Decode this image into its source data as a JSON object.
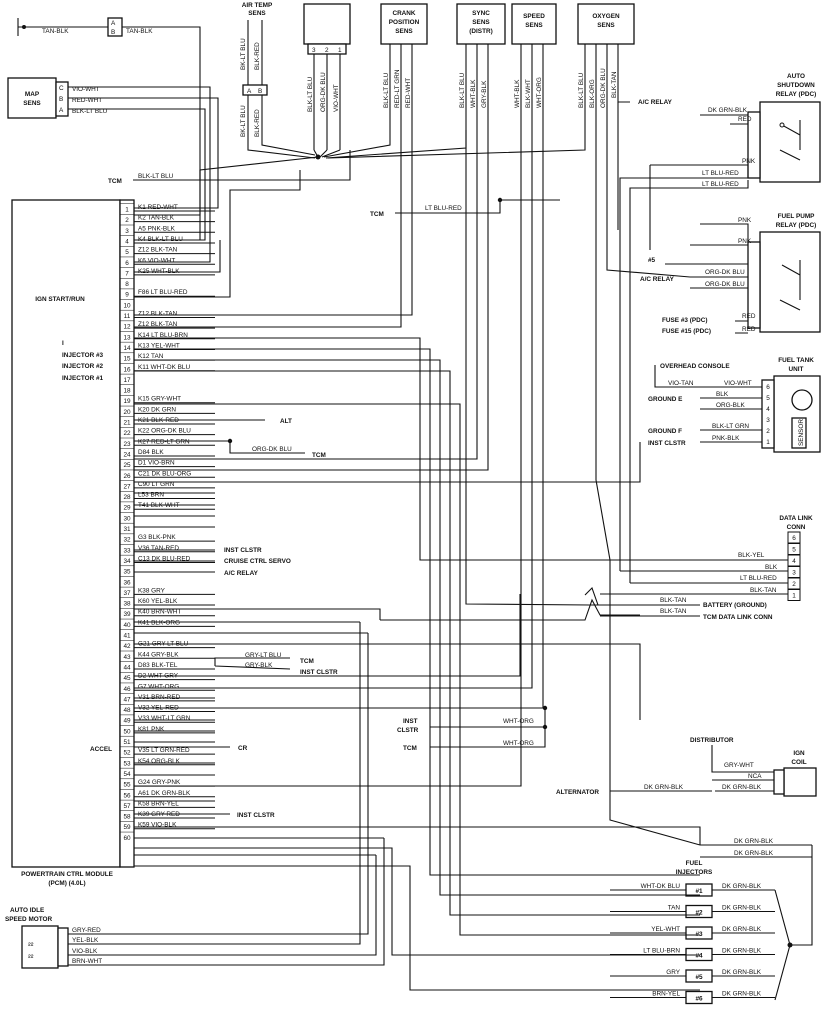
{
  "components": {
    "top_connector": {
      "a": "A",
      "b": "B",
      "left_wire": "TAN-BLK",
      "right_wire": "TAN-BLK"
    },
    "air_temp": {
      "title": [
        "AIR TEMP",
        "SENS"
      ],
      "wires": [
        "BK-LT BLU",
        "BLK-RED"
      ],
      "pins": [
        "A",
        "B"
      ],
      "lower_wires": [
        "BK-LT BLU",
        "BLK-RED"
      ]
    },
    "map": {
      "title": [
        "MAP",
        "SENS"
      ],
      "pins": [
        "C",
        "B",
        "A"
      ],
      "wires": [
        "VIO-WHT",
        "RED-WHT",
        "BLK-LT BLU"
      ]
    },
    "unnamed_sensor": {
      "pins": [
        "3",
        "2",
        "1"
      ],
      "wires": [
        "BLK-LT BLU",
        "ORG-DK BLU",
        "VIO-WHT"
      ]
    },
    "crank": {
      "title": [
        "CRANK",
        "POSITION",
        "SENS"
      ],
      "wires": [
        "BLK-LT BLU",
        "RED-LT GRN",
        "RED-WHT"
      ]
    },
    "sync": {
      "title": [
        "SYNC",
        "SENS",
        "(DISTR)"
      ],
      "wires": [
        "BLK-LT BLU",
        "WHT-BLK",
        "GRY-BLK"
      ]
    },
    "speed": {
      "title": [
        "SPEED",
        "SENS"
      ],
      "wires": [
        "WHT-BLK",
        "BLK-WHT",
        "WHT-ORG"
      ]
    },
    "oxygen": {
      "title": [
        "OXYGEN",
        "SENS"
      ],
      "wires": [
        "BLK-LT BLU",
        "BLK-ORG",
        "ORG-DK BLU",
        "BLK-TAN"
      ]
    },
    "asd_relay": {
      "title": [
        "AUTO",
        "SHUTDOWN",
        "RELAY (PDC)"
      ],
      "ac_relay": "A/C RELAY",
      "wires": [
        "DK GRN-BLK",
        "RED",
        "PNK",
        "LT BLU-RED",
        "LT BLU-RED"
      ]
    },
    "fuel_pump_relay": {
      "title": [
        "FUEL PUMP",
        "RELAY (PDC)"
      ],
      "wires": [
        "PNK",
        "PNK",
        "ORG-DK BLU",
        "ORG-DK BLU",
        "RED",
        "RED"
      ],
      "labels": [
        "#5",
        "A/C RELAY",
        "FUSE #3 (PDC)",
        "FUSE #15 (PDC)"
      ]
    },
    "fuel_tank": {
      "title": [
        "FUEL TANK",
        "UNIT"
      ],
      "labels": [
        "OVERHEAD CONSOLE",
        "GROUND E",
        "GROUND F",
        "INST CLSTR"
      ],
      "wires": [
        "VIO-TAN",
        "VIO-WHT",
        "BLK",
        "ORG-BLK",
        "BLK-LT GRN",
        "PNK-BLK"
      ],
      "pins": [
        "6",
        "5",
        "4",
        "3",
        "2",
        "1"
      ],
      "sensor": "SENSOR"
    },
    "dlc": {
      "title": [
        "DATA LINK",
        "CONN"
      ],
      "pins": [
        "6",
        "5",
        "4",
        "3",
        "2",
        "1"
      ],
      "wires": [
        "BLK-YEL",
        "BLK",
        "LT BLU-RED",
        "BLK-TAN"
      ],
      "battery_wires": [
        "BLK-TAN",
        "BLK-TAN"
      ],
      "battery_labels": [
        "BATTERY (GROUND)",
        "TCM DATA LINK CONN"
      ]
    },
    "distributor": {
      "title": "DISTRIBUTOR",
      "coil_title": [
        "IGN",
        "COIL"
      ],
      "wires": [
        "GRY-WHT",
        "NCA",
        "DK GRN-BLK"
      ]
    },
    "alternator": {
      "title": "ALTERNATOR",
      "wire": "DK GRN-BLK"
    },
    "injectors": {
      "title": [
        "FUEL",
        "INJECTORS"
      ],
      "left": [
        "WHT-DK BLU",
        "TAN",
        "YEL-WHT",
        "LT BLU-BRN",
        "GRY",
        "BRN-YEL"
      ],
      "nums": [
        "#1",
        "#2",
        "#3",
        "#4",
        "#5",
        "#6"
      ],
      "right": [
        "DK GRN-BLK",
        "DK GRN-BLK",
        "DK GRN-BLK",
        "DK GRN-BLK",
        "DK GRN-BLK",
        "DK GRN-BLK"
      ],
      "top_wires": [
        "DK GRN-BLK",
        "DK GRN-BLK"
      ]
    },
    "idle_motor": {
      "title": [
        "AUTO IDLE",
        "SPEED MOTOR"
      ],
      "wires": [
        "GRY-RED",
        "YEL-BLK",
        "VIO-BLK",
        "BRN-WHT"
      ]
    }
  },
  "pcm": {
    "title": [
      "POWERTRAIN CTRL MODULE",
      "(PCM) (4.0L)"
    ],
    "side_labels": {
      "ign": "IGN START/RUN",
      "i": "I",
      "inj3": "INJECTOR #3",
      "inj2": "INJECTOR #2",
      "inj1": "INJECTOR #1",
      "accel": "ACCEL",
      "tcm": "TCM"
    },
    "pins": [
      {
        "n": "1",
        "w": "K1 RED-WHT"
      },
      {
        "n": "2",
        "w": "K2 TAN-BLK"
      },
      {
        "n": "3",
        "w": "A5 PNK-BLK"
      },
      {
        "n": "4",
        "w": "K4 BLK-LT BLU"
      },
      {
        "n": "5",
        "w": "Z12 BLK-TAN"
      },
      {
        "n": "6",
        "w": "K6 VIO-WHT"
      },
      {
        "n": "7",
        "w": "K25 WHT-BLK"
      },
      {
        "n": "8",
        "w": ""
      },
      {
        "n": "9",
        "w": "F86 LT BLU-RED"
      },
      {
        "n": "10",
        "w": ""
      },
      {
        "n": "11",
        "w": "Z12 BLK-TAN"
      },
      {
        "n": "12",
        "w": "Z12 BLK-TAN"
      },
      {
        "n": "13",
        "w": "K14 LT BLU-BRN"
      },
      {
        "n": "14",
        "w": "K13 YEL-WHT"
      },
      {
        "n": "15",
        "w": "K12 TAN"
      },
      {
        "n": "16",
        "w": "K11 WHT-DK BLU"
      },
      {
        "n": "17",
        "w": ""
      },
      {
        "n": "18",
        "w": ""
      },
      {
        "n": "19",
        "w": "K15 GRY-WHT"
      },
      {
        "n": "20",
        "w": "K20 DK GRN"
      },
      {
        "n": "21",
        "w": "K21 BLK-RED"
      },
      {
        "n": "22",
        "w": "K22 ORG-DK BLU"
      },
      {
        "n": "23",
        "w": "K27 RED-LT GRN"
      },
      {
        "n": "24",
        "w": "D84 BLK"
      },
      {
        "n": "25",
        "w": "D1 VIO-BRN"
      },
      {
        "n": "26",
        "w": "C21 DK BLU-ORG"
      },
      {
        "n": "27",
        "w": "C90 LT GRN"
      },
      {
        "n": "28",
        "w": "L53 BRN"
      },
      {
        "n": "29",
        "w": "T41 BLK-WHT"
      },
      {
        "n": "30",
        "w": ""
      },
      {
        "n": "31",
        "w": ""
      },
      {
        "n": "32",
        "w": "G3 BLK-PNK"
      },
      {
        "n": "33",
        "w": "V36 TAN-RED"
      },
      {
        "n": "34",
        "w": "C13 DK BLU-RED"
      },
      {
        "n": "35",
        "w": ""
      },
      {
        "n": "36",
        "w": ""
      },
      {
        "n": "37",
        "w": "K38 GRY"
      },
      {
        "n": "38",
        "w": "K60 YEL-BLK"
      },
      {
        "n": "39",
        "w": "K40 BRN-WHT"
      },
      {
        "n": "40",
        "w": "K41 BLK-ORG"
      },
      {
        "n": "41",
        "w": ""
      },
      {
        "n": "42",
        "w": "G21 GRY-LT BLU"
      },
      {
        "n": "43",
        "w": "K44 GRY-BLK"
      },
      {
        "n": "44",
        "w": "D83 BLK-TEL"
      },
      {
        "n": "45",
        "w": "D2 WHT-GRY"
      },
      {
        "n": "46",
        "w": "G7 WHT-ORG"
      },
      {
        "n": "47",
        "w": "V31 BRN-RED"
      },
      {
        "n": "48",
        "w": "V32 YEL-RED"
      },
      {
        "n": "49",
        "w": "V33 WHT-LT GRN"
      },
      {
        "n": "50",
        "w": "K81 PNK"
      },
      {
        "n": "51",
        "w": ""
      },
      {
        "n": "52",
        "w": "V35 LT GRN-RED"
      },
      {
        "n": "53",
        "w": "K54 ORG-BLK"
      },
      {
        "n": "54",
        "w": ""
      },
      {
        "n": "55",
        "w": "G24 GRY-PNK"
      },
      {
        "n": "56",
        "w": "A61 DK GRN-BLK"
      },
      {
        "n": "57",
        "w": "K58 BRN-YEL"
      },
      {
        "n": "58",
        "w": "K39 GRY-RED"
      },
      {
        "n": "59",
        "w": "K59 VIO-BLK"
      },
      {
        "n": "60",
        "w": ""
      }
    ]
  },
  "callouts": {
    "tcm1": "TCM",
    "tcm1_wire": "BLK-LT BLU",
    "tcm2": "TCM",
    "tcm2_wire": "LT BLU-RED",
    "alt": "ALT",
    "tcm3": "TCM",
    "tcm3_wire": "ORG-DK BLU",
    "inst_clstr1": "INST CLSTR",
    "cruise": "CRUISE CTRL SERVO",
    "ac_relay": "A/C RELAY",
    "g21_sub": "GRY-LT BLU",
    "g21_tcm": "TCM",
    "k44_sub": "GRY-BLK",
    "k44_inst": "INST CLSTR",
    "cr": "CR",
    "inst_clstr2": "INST CLSTR",
    "inst_clstr3": [
      "INST",
      "CLSTR"
    ],
    "wht_org": "WHT-ORG",
    "tcm4": "TCM",
    "tcm4_wire": "WHT-ORG"
  }
}
